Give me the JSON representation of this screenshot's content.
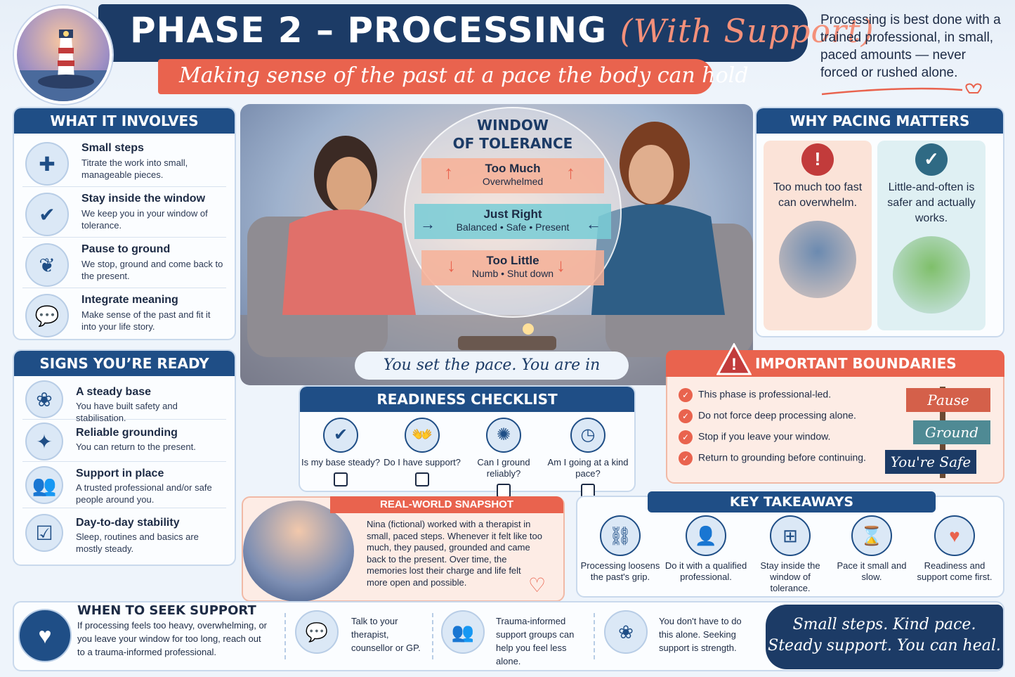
{
  "header": {
    "title_main": "PHASE 2 – PROCESSING",
    "title_accent": "(With Support)",
    "subtitle": "Making sense of the past at a pace the body can hold",
    "note": "Processing is best done with a trained professional, in small, paced amounts — never forced or rushed alone."
  },
  "involves": {
    "heading": "WHAT IT INVOLVES",
    "items": [
      {
        "title": "Small steps",
        "desc": "Titrate the work into small, manageable pieces.",
        "icon": "puzzle-icon"
      },
      {
        "title": "Stay inside the window",
        "desc": "We keep you in your window of tolerance.",
        "icon": "shield-check-icon"
      },
      {
        "title": "Pause to ground",
        "desc": "We stop, ground and come back to the present.",
        "icon": "lungs-icon"
      },
      {
        "title": "Integrate meaning",
        "desc": "Make sense of the past and fit it into your life story.",
        "icon": "chat-bubbles-icon"
      }
    ]
  },
  "ready": {
    "heading": "SIGNS YOU’RE READY",
    "items": [
      {
        "title": "A steady base",
        "desc": "You have built safety and stabilisation.",
        "icon": "sprout-icon"
      },
      {
        "title": "Reliable grounding",
        "desc": "You can return to the present.",
        "icon": "compass-icon"
      },
      {
        "title": "Support in place",
        "desc": "A trusted professional and/or safe people around you.",
        "icon": "people-icon"
      },
      {
        "title": "Day-to-day stability",
        "desc": "Sleep, routines and basics are mostly steady.",
        "icon": "calendar-check-icon"
      }
    ]
  },
  "window": {
    "title_line1": "WINDOW",
    "title_line2": "OF TOLERANCE",
    "too_much": "Too Much",
    "too_much_sub": "Overwhelmed",
    "just_right": "Just Right",
    "just_right_sub": "Balanced • Safe • Present",
    "too_little": "Too Little",
    "too_little_sub": "Numb • Shut down"
  },
  "tagline": "You set the pace. You are in control.",
  "checklist": {
    "heading": "READINESS CHECKLIST",
    "items": [
      {
        "label": "Is my base steady?",
        "icon": "shield-check-icon"
      },
      {
        "label": "Do I have support?",
        "icon": "hands-people-icon"
      },
      {
        "label": "Can I ground reliably?",
        "icon": "brain-icon"
      },
      {
        "label": "Am I going at a kind pace?",
        "icon": "clock-icon"
      }
    ]
  },
  "snapshot": {
    "heading": "REAL-WORLD SNAPSHOT",
    "text": "Nina (fictional) worked with a therapist in small, paced steps. Whenever it felt like too much, they paused, grounded and came back to the present. Over time, the memories lost their charge and life felt more open and possible."
  },
  "why": {
    "heading": "WHY PACING MATTERS",
    "left": "Too much too fast can overwhelm.",
    "right": "Little-and-often is safer and actually works."
  },
  "boundaries": {
    "heading": "IMPORTANT BOUNDARIES",
    "items": [
      "This phase is professional-led.",
      "Do not force deep processing alone.",
      "Stop if you leave your window.",
      "Return to grounding before continuing."
    ],
    "signs": [
      "Pause",
      "Ground",
      "You're Safe"
    ]
  },
  "takeaways": {
    "heading": "KEY TAKEAWAYS",
    "items": [
      {
        "label": "Processing loosens the past's grip.",
        "icon": "broken-chain-icon"
      },
      {
        "label": "Do it with a qualified professional.",
        "icon": "professional-icon"
      },
      {
        "label": "Stay inside the window of tolerance.",
        "icon": "window-icon"
      },
      {
        "label": "Pace it small and slow.",
        "icon": "hourglass-icon"
      },
      {
        "label": "Readiness and support come first.",
        "icon": "heart-hands-icon"
      }
    ]
  },
  "support": {
    "heading": "WHEN TO SEEK SUPPORT",
    "text": "If processing feels too heavy, overwhelming, or you leave your window for too long, reach out to a trauma-informed professional.",
    "options": [
      {
        "text": "Talk to your therapist, counsellor or GP.",
        "icon": "chat-icon"
      },
      {
        "text": "Trauma-informed support groups can help you feel less alone.",
        "icon": "group-icon"
      },
      {
        "text": "You don't have to do this alone. Seeking support is strength.",
        "icon": "plant-icon"
      }
    ]
  },
  "closing": {
    "line1": "Small steps. Kind pace.",
    "line2": "Steady support. You can heal."
  },
  "colors": {
    "navy": "#1c3b66",
    "blue": "#1f4e86",
    "coral": "#e9634e",
    "teal": "#3fa7b5"
  }
}
